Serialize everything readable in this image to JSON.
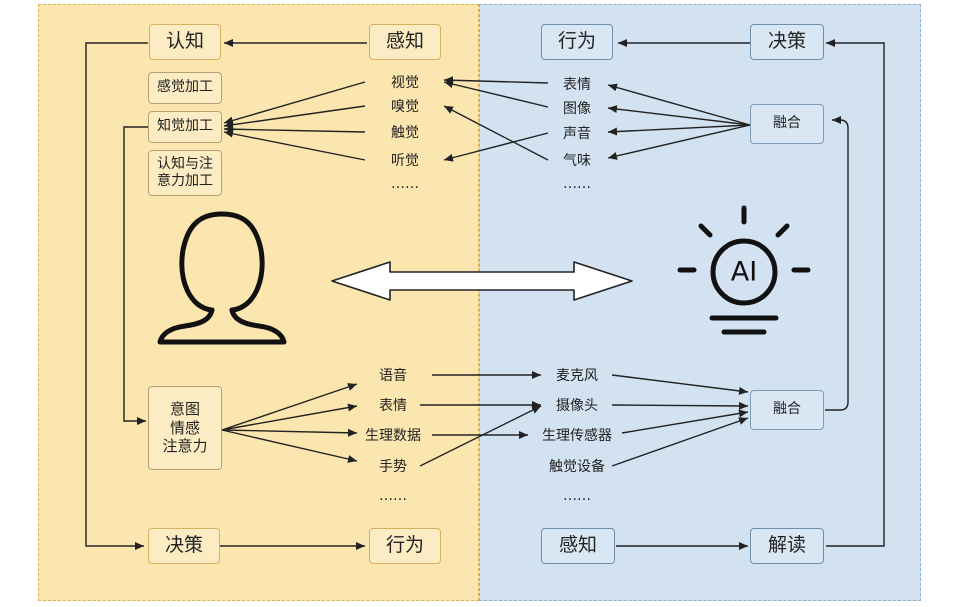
{
  "human": {
    "top": {
      "cognition": "认知",
      "perception": "感知"
    },
    "processing": {
      "sensory": "感觉加工",
      "perceptual": "知觉加工",
      "cognitive_attention": "认知与注意力加工"
    },
    "senses": [
      "视觉",
      "嗅觉",
      "触觉",
      "听觉",
      "……"
    ],
    "intent_box": [
      "意图",
      "情感",
      "注意力"
    ],
    "outputs": [
      "语音",
      "表情",
      "生理数据",
      "手势",
      "……"
    ],
    "bottom": {
      "decision": "决策",
      "action": "行为"
    }
  },
  "ai": {
    "top": {
      "action": "行为",
      "decision": "决策"
    },
    "signals": [
      "表情",
      "图像",
      "声音",
      "气味",
      "……"
    ],
    "fusion_top": "融合",
    "sensors": [
      "麦克风",
      "摄像头",
      "生理传感器",
      "触觉设备",
      "……"
    ],
    "fusion_bottom": "融合",
    "bottom": {
      "perception": "感知",
      "interpretation": "解读"
    },
    "logo_text": "AI"
  },
  "colors": {
    "human_bg": "#fbe6b0",
    "ai_bg": "#d2e2f1",
    "line": "#222222"
  },
  "icons": {
    "human": "person-silhouette-icon",
    "ai": "ai-lightbulb-icon",
    "exchange": "double-arrow-icon"
  }
}
